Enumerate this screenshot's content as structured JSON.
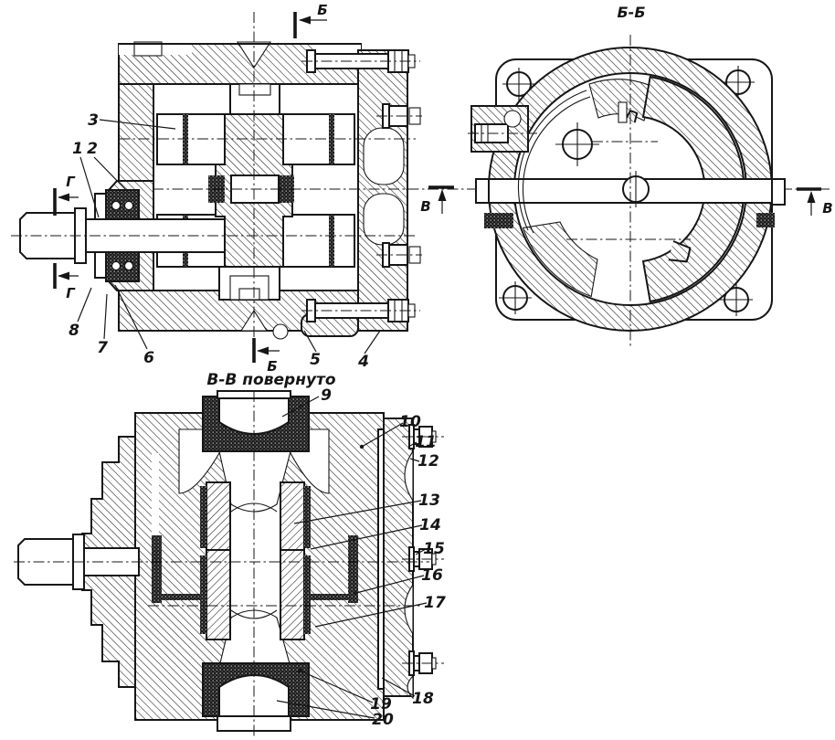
{
  "views": {
    "main_section": {
      "section_marker_b": "Б",
      "section_marker_g": "Г",
      "callouts": {
        "n1": "1",
        "n2": "2",
        "n3": "3",
        "n4": "4",
        "n5": "5",
        "n6": "6",
        "n7": "7",
        "n8": "8"
      }
    },
    "section_bb": {
      "title": "Б-Б",
      "section_marker_v": "В"
    },
    "section_vv": {
      "title": "В-В повернуто",
      "callouts": {
        "n9": "9",
        "n10": "10",
        "n11": "11",
        "n12": "12",
        "n13": "13",
        "n14": "14",
        "n15": "15",
        "n16": "16",
        "n17": "17",
        "n18": "18",
        "n19": "19",
        "n20": "20"
      }
    }
  },
  "colors": {
    "ink": "#161616",
    "paper": "#ffffff"
  }
}
